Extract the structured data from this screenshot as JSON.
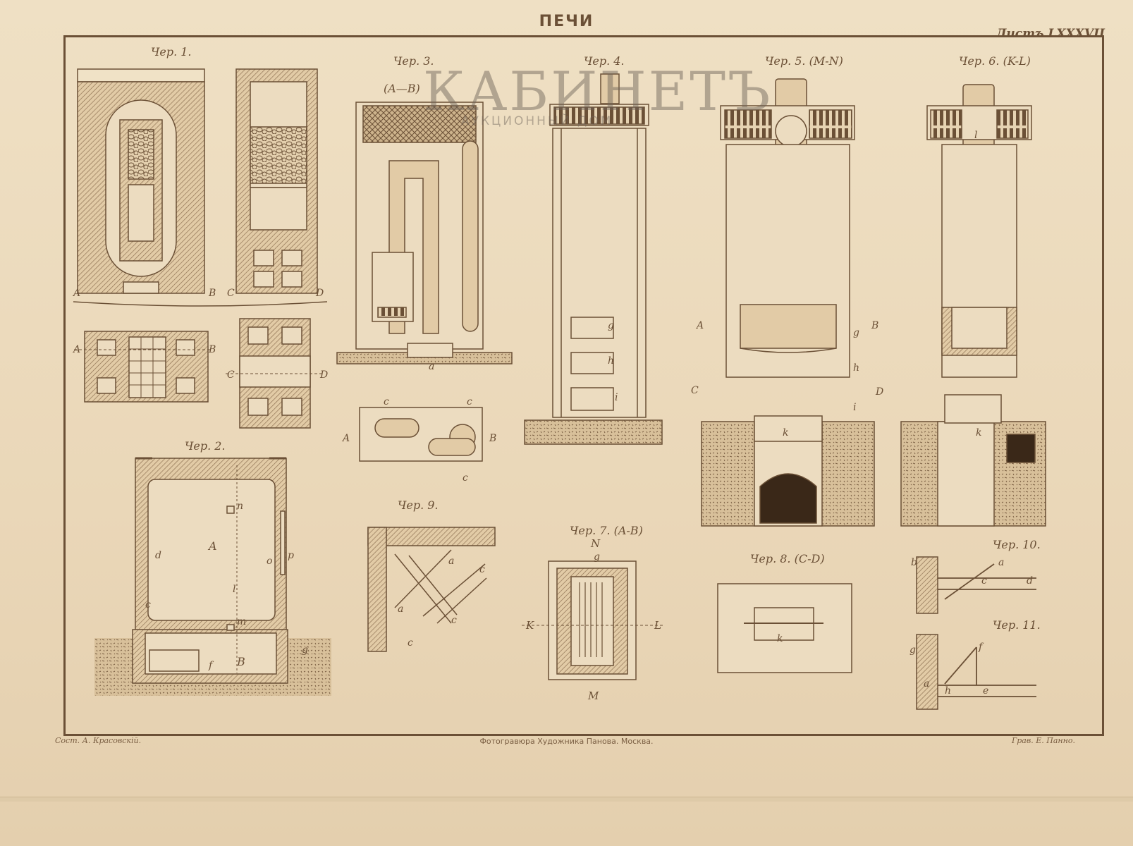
{
  "plate": {
    "title": "ПЕЧИ",
    "sheet": "Листъ LXXXVII",
    "credit_left": "Сост. А. Красовскій.",
    "credit_center": "Фотогравюра Художника Панова. Москва.",
    "credit_right": "Грав. Е. Панно."
  },
  "watermark": {
    "name": "КАБИНЕТЪ",
    "subtitle": "АУКЦИОННЫЙ ДОМ"
  },
  "figures": [
    {
      "id": "fig1",
      "caption": "Чер. 1."
    },
    {
      "id": "fig2",
      "caption": "Чер. 2."
    },
    {
      "id": "fig3",
      "caption": "Чер. 3.",
      "section": "(A—B)"
    },
    {
      "id": "fig4",
      "caption": "Чер. 4."
    },
    {
      "id": "fig5",
      "caption": "Чер. 5. (M-N)"
    },
    {
      "id": "fig6",
      "caption": "Чер. 6. (K-L)"
    },
    {
      "id": "fig7",
      "caption": "Чер. 7. (A-B)"
    },
    {
      "id": "fig8",
      "caption": "Чер. 8. (C-D)"
    },
    {
      "id": "fig9",
      "caption": "Чер. 9."
    },
    {
      "id": "fig10",
      "caption": "Чер. 10."
    },
    {
      "id": "fig11",
      "caption": "Чер. 11."
    }
  ],
  "letters": {
    "A": "A",
    "B": "B",
    "C": "C",
    "D": "D",
    "K": "K",
    "L": "L",
    "M": "M",
    "N": "N",
    "a": "a",
    "b": "b",
    "c": "c",
    "d": "d",
    "e": "e",
    "f": "f",
    "g": "g",
    "h": "h",
    "i": "i",
    "k": "k",
    "l": "l",
    "m": "m",
    "n": "n",
    "o": "o",
    "p": "p"
  },
  "colors": {
    "ink": "#6b5036",
    "paper": "#ecdcc0",
    "hatch": "#8a6c4e"
  }
}
